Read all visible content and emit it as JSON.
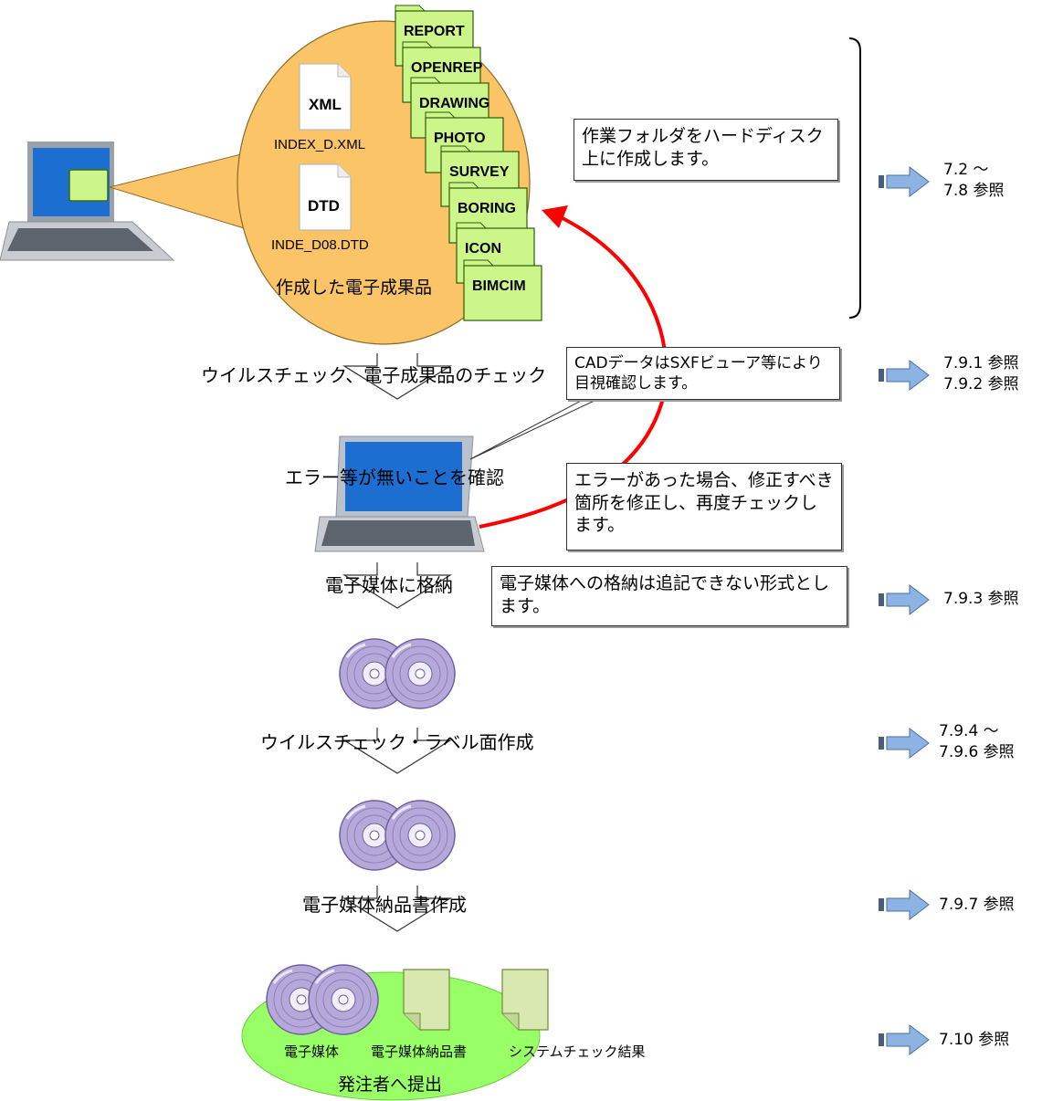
{
  "colors": {
    "orange": "#fbc467",
    "folder_green": "#ccf58a",
    "arrow_blue": "#8db3e2",
    "red": "#ff0000",
    "disc_purple": "#b6a8d8",
    "oval_green": "#99ff66",
    "doc_green": "#d8e8b0"
  },
  "top": {
    "files": [
      {
        "icon": "XML",
        "name": "INDEX_D.XML"
      },
      {
        "icon": "DTD",
        "name": "INDE_D08.DTD"
      }
    ],
    "folders": [
      "REPORT",
      "OPENREP",
      "DRAWING",
      "PHOTO",
      "SURVEY",
      "BORING",
      "ICON",
      "BIMCIM"
    ],
    "caption": "作成した電子成果品"
  },
  "steps": {
    "check": "ウイルスチェック、電子成果品のチェック",
    "confirm": "エラー等が無いことを確認",
    "store": "電子媒体に格納",
    "label": "ウイルスチェック・ラベル面作成",
    "delivery": "電子媒体納品書作成"
  },
  "notes": {
    "work_folder": "作業フォルダをハードディスク上に作成します。",
    "cad": "CADデータはSXFビューア等により目視確認します。",
    "error": "エラーがあった場合、修正すべき箇所を修正し、再度チェックします。",
    "media": "電子媒体への格納は追記できない形式とします。"
  },
  "final": {
    "items": [
      "電子媒体",
      "電子媒体納品書",
      "システムチェック結果"
    ],
    "title": "発注者へ提出"
  },
  "refs": [
    {
      "line1": "7.2 〜",
      "line2": "7.8 参照"
    },
    {
      "line1": "7.9.1 参照",
      "line2": "7.9.2 参照"
    },
    {
      "line1": "7.9.3 参照",
      "line2": ""
    },
    {
      "line1": "7.9.4 〜",
      "line2": "7.9.6 参照"
    },
    {
      "line1": "7.9.7 参照",
      "line2": ""
    },
    {
      "line1": "7.10 参照",
      "line2": ""
    }
  ]
}
